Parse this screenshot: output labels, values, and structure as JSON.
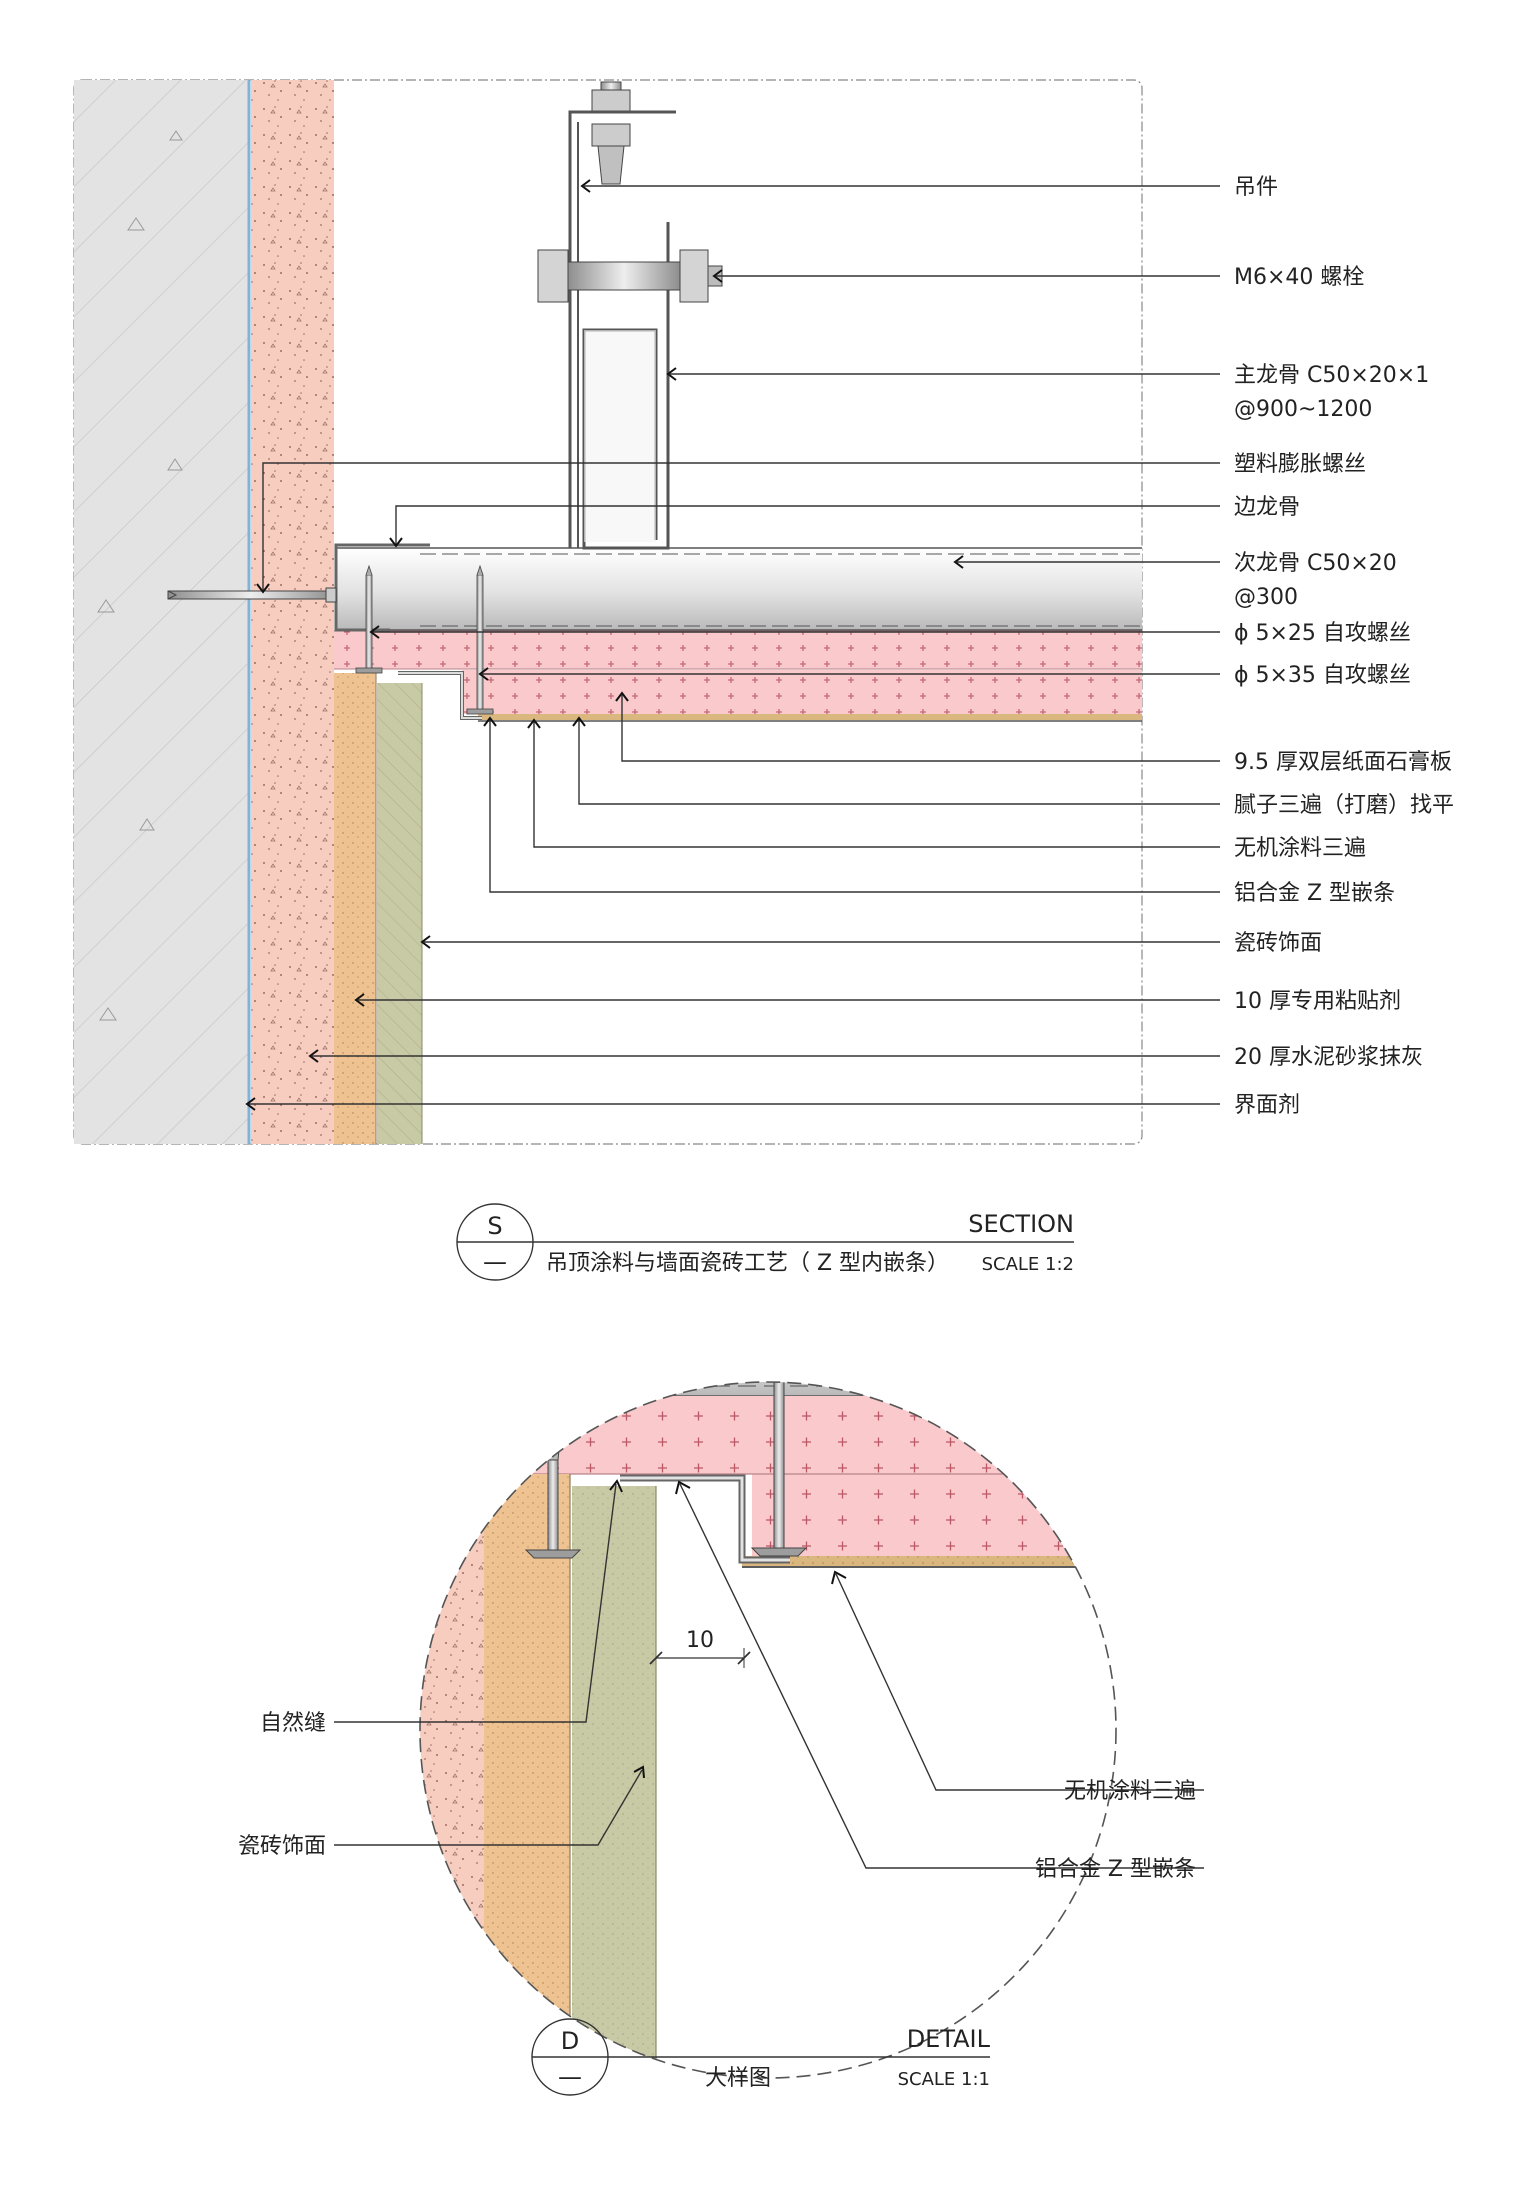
{
  "section": {
    "callouts": [
      {
        "id": "hanger",
        "text": "吊件"
      },
      {
        "id": "bolt",
        "text": "M6×40 螺栓"
      },
      {
        "id": "main-keel",
        "lines": [
          "主龙骨 C50×20×1",
          "@900~1200"
        ]
      },
      {
        "id": "expansion-screw",
        "text": "塑料膨胀螺丝"
      },
      {
        "id": "edge-keel",
        "text": "边龙骨"
      },
      {
        "id": "secondary-keel",
        "lines": [
          "次龙骨 C50×20",
          "@300"
        ]
      },
      {
        "id": "screw-25",
        "text": "ϕ 5×25 自攻螺丝"
      },
      {
        "id": "screw-35",
        "text": "ϕ 5×35 自攻螺丝"
      },
      {
        "id": "gypsum-board",
        "text": "9.5 厚双层纸面石膏板"
      },
      {
        "id": "putty",
        "text": "腻子三遍（打磨）找平"
      },
      {
        "id": "coating",
        "text": "无机涂料三遍"
      },
      {
        "id": "z-strip",
        "text": "铝合金 Z 型嵌条"
      },
      {
        "id": "tile",
        "text": "瓷砖饰面"
      },
      {
        "id": "adhesive",
        "text": "10 厚专用粘贴剂"
      },
      {
        "id": "mortar",
        "text": "20 厚水泥砂浆抹灰"
      },
      {
        "id": "interface",
        "text": "界面剂"
      }
    ],
    "title_block": {
      "symbol_top": "S",
      "symbol_bottom": "—",
      "type": "SECTION",
      "title": "吊顶涂料与墙面瓷砖工艺（ Z 型内嵌条）",
      "scale": "SCALE 1:2"
    }
  },
  "detail": {
    "callouts": [
      {
        "id": "natural-joint",
        "text": "自然缝"
      },
      {
        "id": "tile",
        "text": "瓷砖饰面"
      },
      {
        "id": "coating",
        "text": "无机涂料三遍"
      },
      {
        "id": "z-strip",
        "text": "铝合金 Z 型嵌条"
      }
    ],
    "dimension": "10",
    "title_block": {
      "symbol_top": "D",
      "symbol_bottom": "—",
      "type": "DETAIL",
      "title": "大样图",
      "scale": "SCALE 1:1"
    }
  },
  "colors": {
    "concrete": "#e3e3e3",
    "plaster": "#f7cdc0",
    "gypsum": "#f9c9cb",
    "adhesive": "#efc391",
    "tile": "#c8c9a5",
    "keel": "#dedede",
    "steel": "#bfbfbf",
    "interface_line": "#7fb3d8",
    "putty": "#d9b77e"
  }
}
